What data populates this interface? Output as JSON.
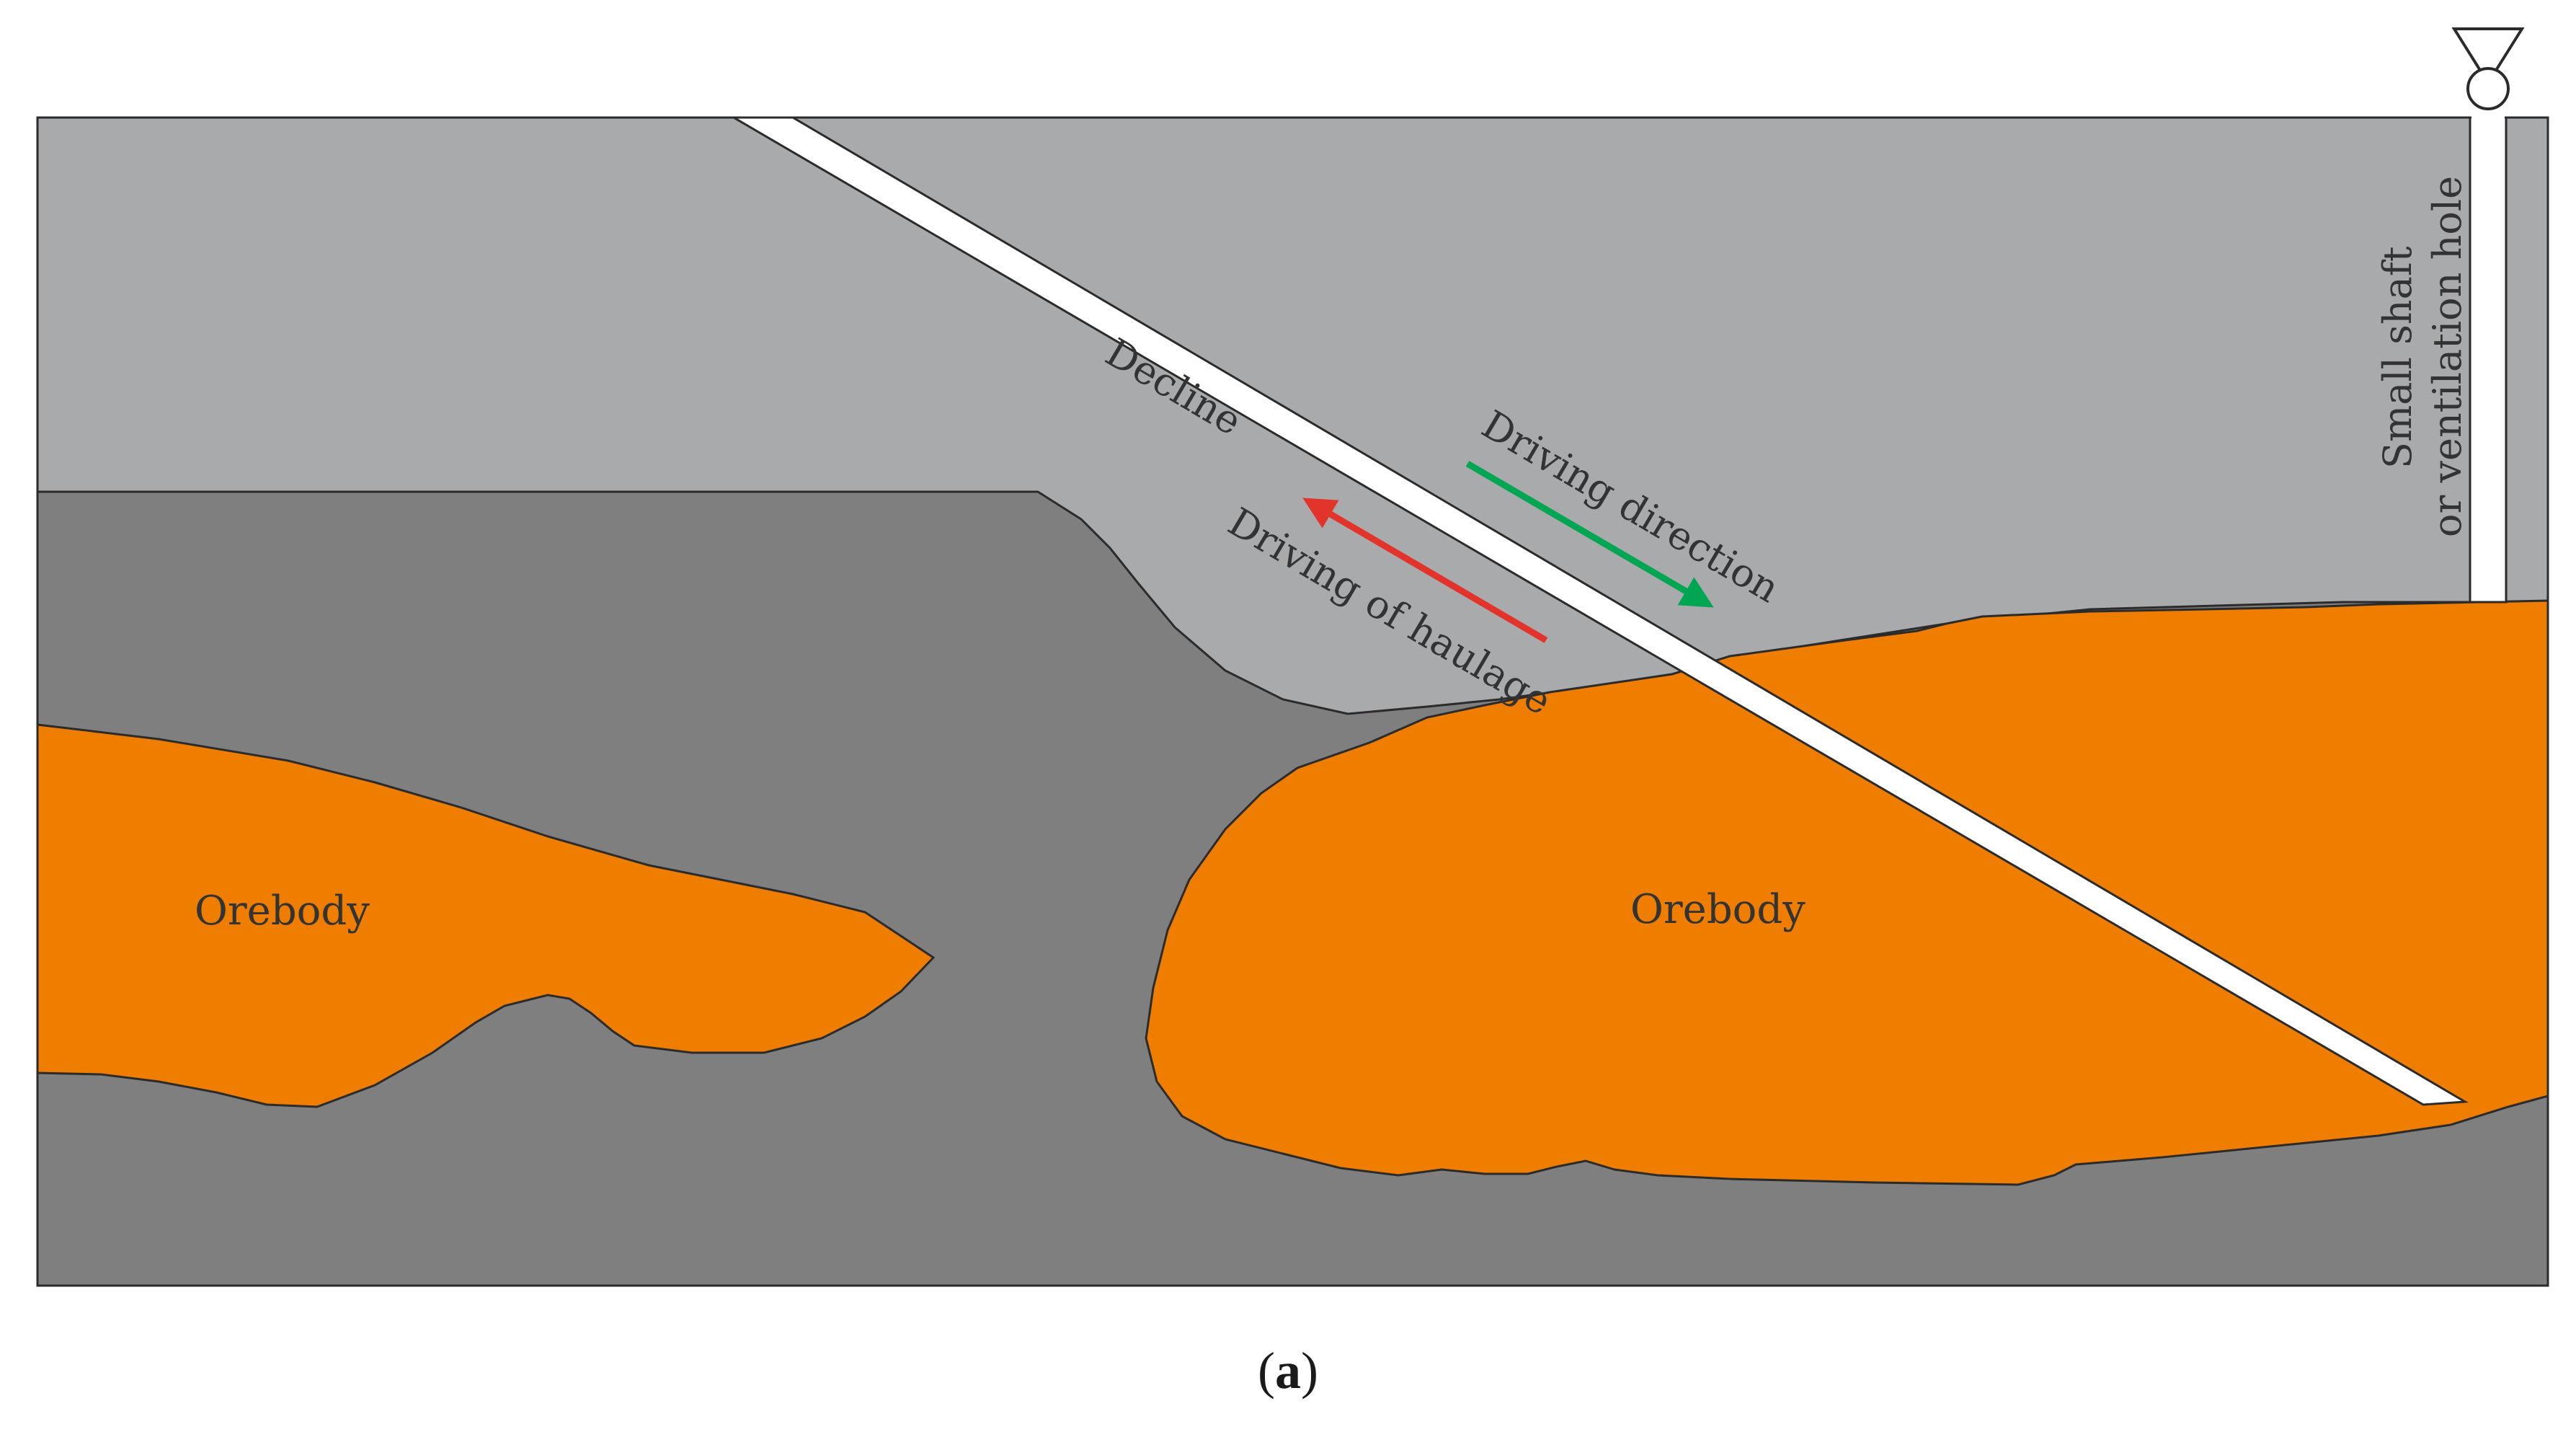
{
  "labels": {
    "decline": "Decline",
    "driving_direction": "Driving direction",
    "driving_of_haulage": "Driving of haulage",
    "orebody_left": "Orebody",
    "orebody_right": "Orebody",
    "shaft_line1": "Small shaft",
    "shaft_line2": "or ventilation hole"
  },
  "caption": {
    "open": "(",
    "letter": "a",
    "close": ")"
  },
  "colors": {
    "upper_rock": "#a9aaac",
    "lower_rock": "#7f7f7f",
    "orebody": "#ef7d00",
    "outline": "#2b2b2b",
    "decline_fill": "#ffffff",
    "arrow_green": "#00a651",
    "arrow_red": "#e2342b"
  },
  "icons": {
    "headframe": "headframe-icon"
  }
}
